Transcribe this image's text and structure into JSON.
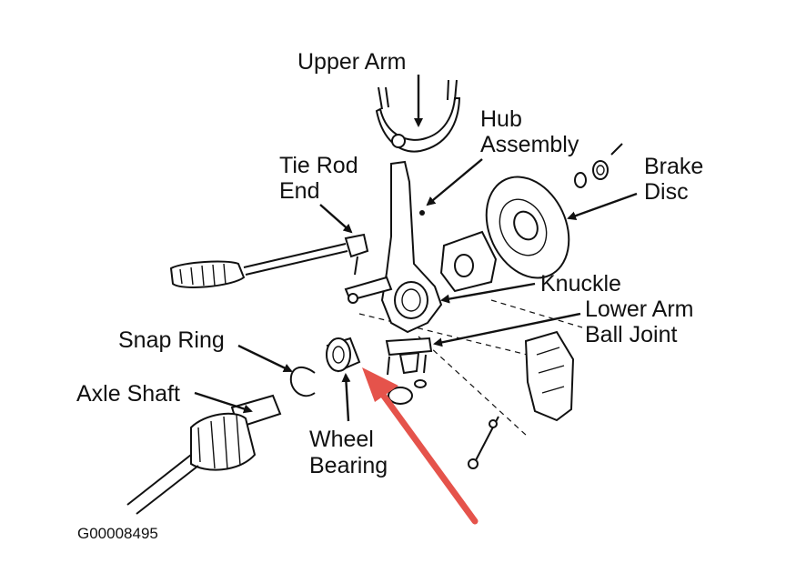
{
  "labels": {
    "upper_arm": "Upper Arm",
    "hub_assembly_1": "Hub",
    "hub_assembly_2": "Assembly",
    "brake_disc_1": "Brake",
    "brake_disc_2": "Disc",
    "tie_rod_end_1": "Tie Rod",
    "tie_rod_end_2": "End",
    "knuckle": "Knuckle",
    "lower_arm_ball_joint_1": "Lower Arm",
    "lower_arm_ball_joint_2": "Ball Joint",
    "snap_ring": "Snap Ring",
    "axle_shaft": "Axle Shaft",
    "wheel_bearing_1": "Wheel",
    "wheel_bearing_2": "Bearing"
  },
  "figure_code": "G00008495",
  "colors": {
    "ink": "#111111",
    "highlight_arrow": "#e5534b",
    "background": "#ffffff"
  }
}
